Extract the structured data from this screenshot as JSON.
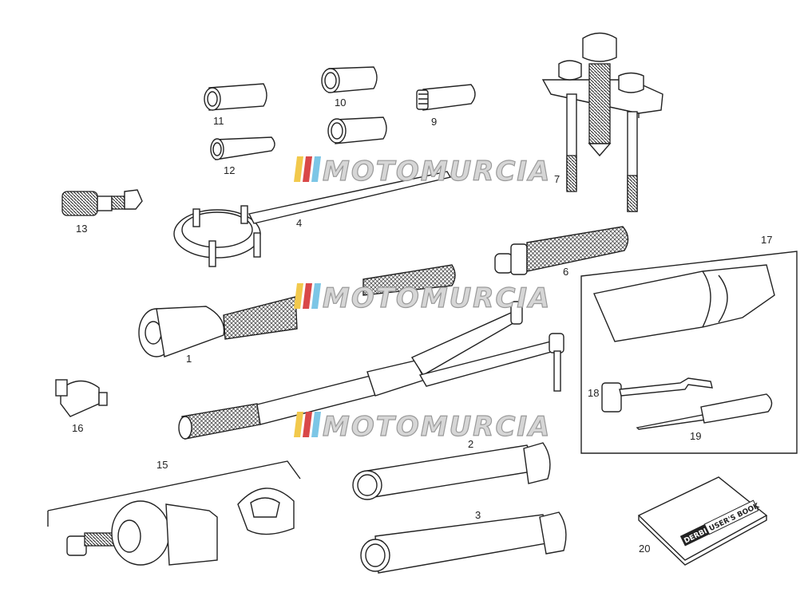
{
  "watermark": {
    "text": "MOTOMURCIA",
    "colors": [
      "#f2c94c",
      "#d94848",
      "#7cc6e6"
    ]
  },
  "labels": {
    "p1": "1",
    "p2": "2",
    "p3": "3",
    "p4": "4",
    "p6": "6",
    "p7": "7",
    "p9": "9",
    "p10": "10",
    "p11": "11",
    "p12": "12",
    "p13": "13",
    "p15": "15",
    "p16": "16",
    "p17": "17",
    "p18": "18",
    "p19": "19",
    "p20": "20"
  },
  "book": {
    "brand": "DERBI",
    "title": "USER'S BOOK"
  }
}
